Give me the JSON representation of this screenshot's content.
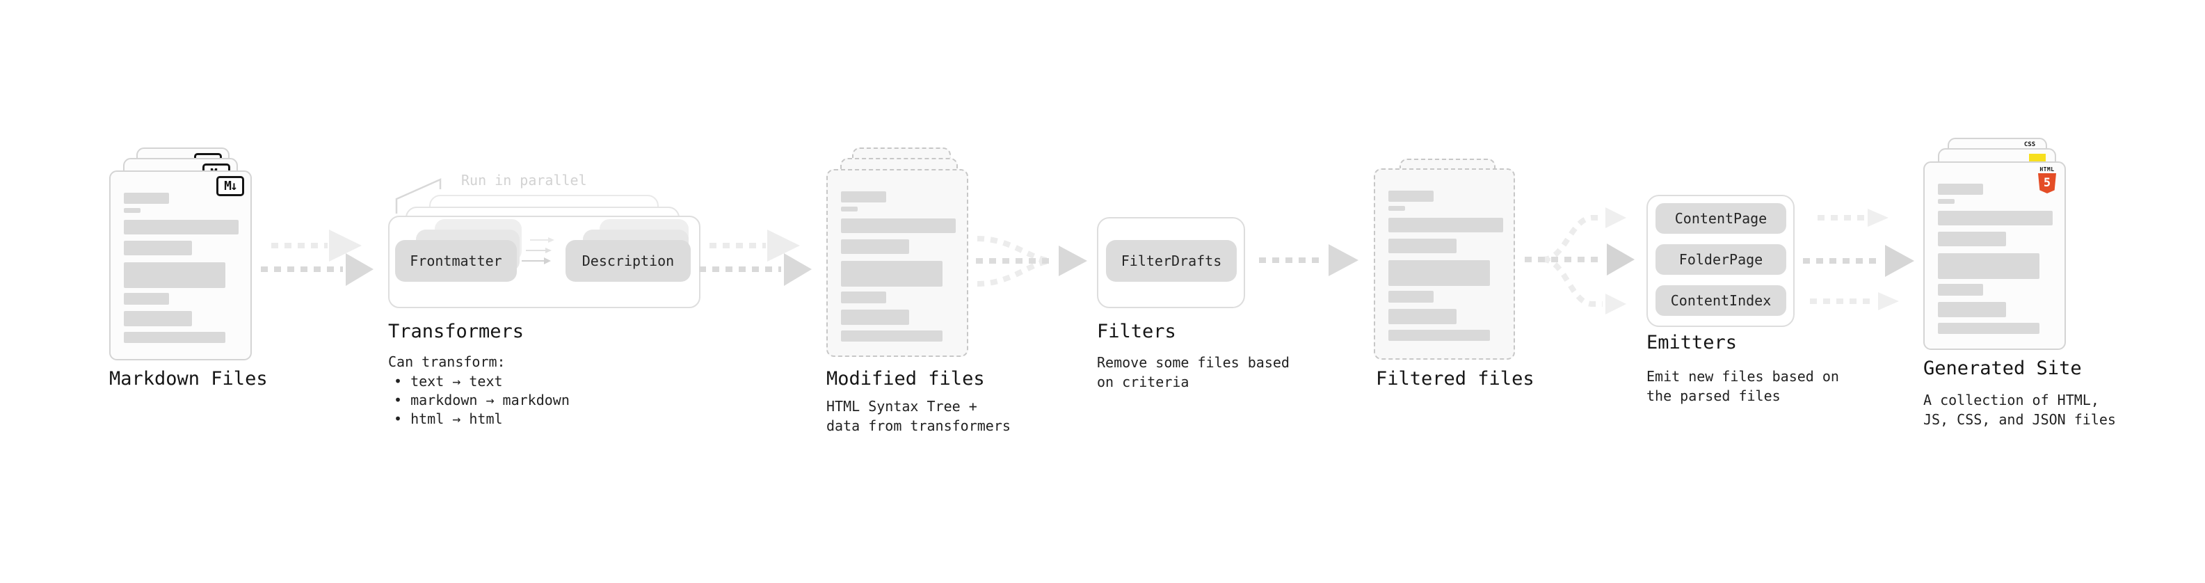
{
  "markdown_files": {
    "label": "Markdown Files",
    "badge": "M↓"
  },
  "transformers": {
    "annotation": "Run in parallel",
    "pill_left": "Frontmatter",
    "pill_right": "Description",
    "label": "Transformers",
    "desc_title": "Can transform:",
    "bullets": [
      "• text → text",
      "• markdown → markdown",
      "• html → html"
    ]
  },
  "modified_files": {
    "label": "Modified files",
    "desc_line1": "HTML Syntax Tree +",
    "desc_line2": "data from transformers"
  },
  "filters": {
    "pill": "FilterDrafts",
    "label": "Filters",
    "desc_line1": "Remove some files based",
    "desc_line2": "on criteria"
  },
  "filtered_files": {
    "label": "Filtered files"
  },
  "emitters": {
    "pills": [
      "ContentPage",
      "FolderPage",
      "ContentIndex"
    ],
    "label": "Emitters",
    "desc_line1": "Emit new files based on",
    "desc_line2": "the parsed files"
  },
  "generated_site": {
    "label": "Generated Site",
    "desc_line1": "A collection of HTML,",
    "desc_line2": "JS, CSS, and JSON files",
    "badge_css": "CSS",
    "badge_html_label": "HTML",
    "badge_html_number": "5"
  },
  "colors": {
    "css_blue": "#2962f5",
    "js_yellow": "#f7df1e",
    "html5_orange": "#e44d26"
  }
}
